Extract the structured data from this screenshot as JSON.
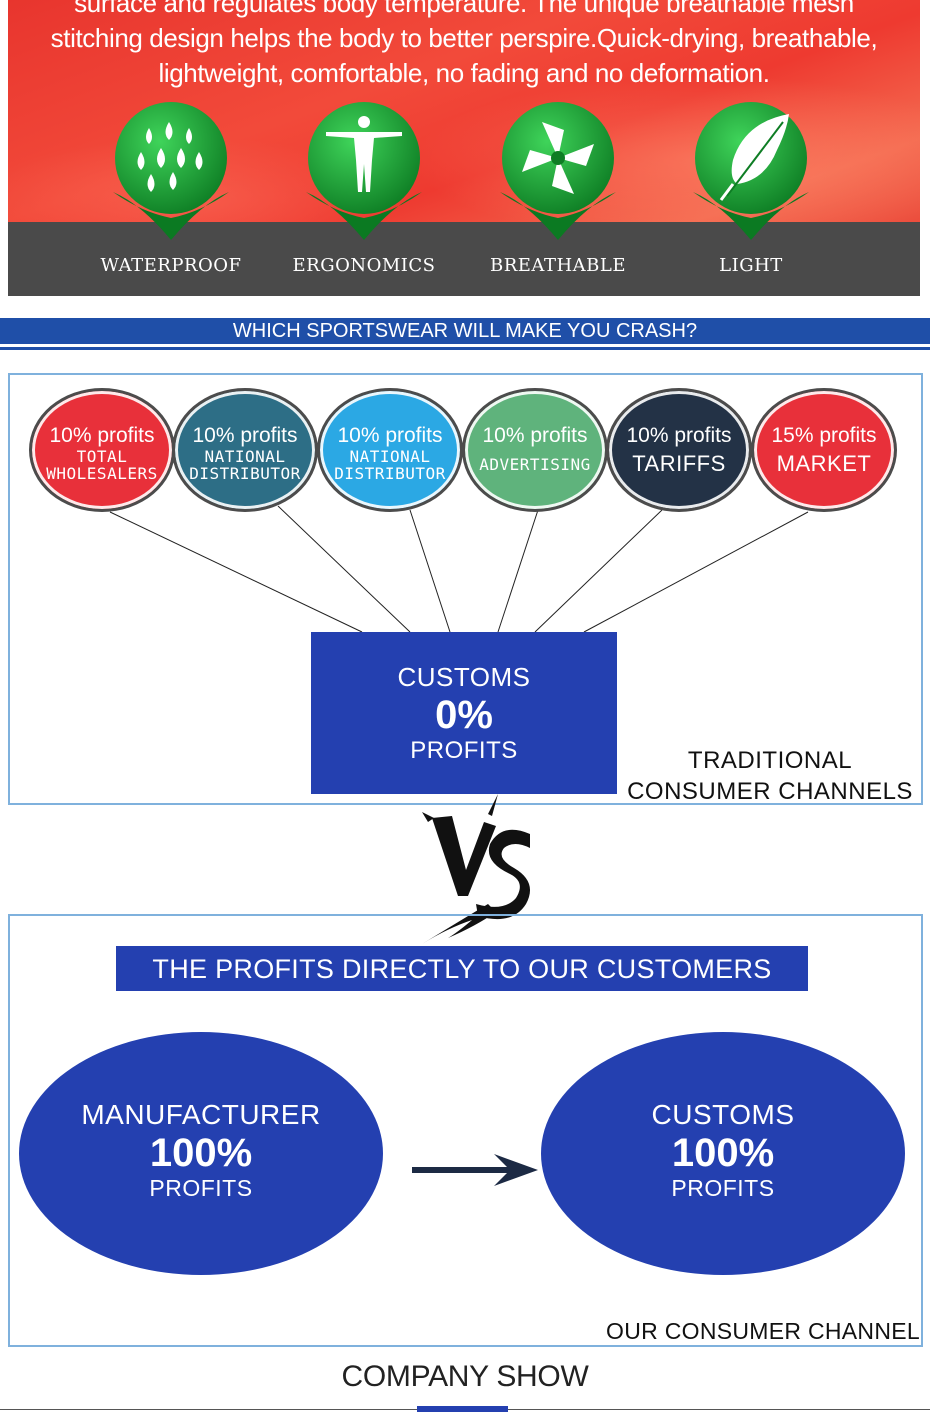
{
  "banner": {
    "description_lines": [
      "surface and regulates body temperature. The unique breathable mesh",
      "stitching design helps the body to better perspire.Quick-drying, breathable,",
      "lightweight, comfortable, no fading and no deformation."
    ],
    "features": [
      {
        "label": "WATERPROOF",
        "icon": "water-drops-icon"
      },
      {
        "label": "ERGONOMICS",
        "icon": "human-figure-icon"
      },
      {
        "label": "BREATHABLE",
        "icon": "airflow-icon"
      },
      {
        "label": "LIGHT",
        "icon": "feather-icon"
      }
    ]
  },
  "title_bar": "WHICH SPORTSWEAR WILL MAKE YOU CRASH?",
  "traditional": {
    "circles": [
      {
        "profit": "10% profits",
        "name_lines": [
          "TOTAL",
          "WHOLESALERS"
        ],
        "color": "#e8303a"
      },
      {
        "profit": "10% profits",
        "name_lines": [
          "NATIONAL",
          "DISTRIBUTOR"
        ],
        "color": "#2d6e86"
      },
      {
        "profit": "10% profits",
        "name_lines": [
          "NATIONAL",
          "DISTRIBUTOR"
        ],
        "color": "#2ba8e4"
      },
      {
        "profit": "10% profits",
        "name_lines": [
          "ADVERTISING"
        ],
        "color": "#5fb37c"
      },
      {
        "profit": "10% profits",
        "name_lines": [
          "TARIFFS"
        ],
        "color": "#233246"
      },
      {
        "profit": "15% profits",
        "name_lines": [
          "MARKET"
        ],
        "color": "#e8303a"
      }
    ],
    "customs": {
      "top": "CUSTOMS",
      "percent": "0%",
      "bottom": "PROFITS"
    },
    "label_lines": [
      "TRADITIONAL",
      "CONSUMER CHANNELS"
    ]
  },
  "vs_text": "VS",
  "ours": {
    "header": "THE PROFITS DIRECTLY TO OUR CUSTOMERS",
    "manufacturer": {
      "top": "MANUFACTURER",
      "percent": "100%",
      "bottom": "PROFITS"
    },
    "customs": {
      "top": "CUSTOMS",
      "percent": "100%",
      "bottom": "PROFITS"
    },
    "label": "OUR CONSUMER CHANNEL"
  },
  "company_show": "COMPANY SHOW",
  "colors": {
    "brand_blue": "#2440b0",
    "title_blue": "#1f4fa8",
    "badge_green": "#1fa83a",
    "strip_gray": "#4a4a4a",
    "box_border": "#7fb1dd"
  }
}
